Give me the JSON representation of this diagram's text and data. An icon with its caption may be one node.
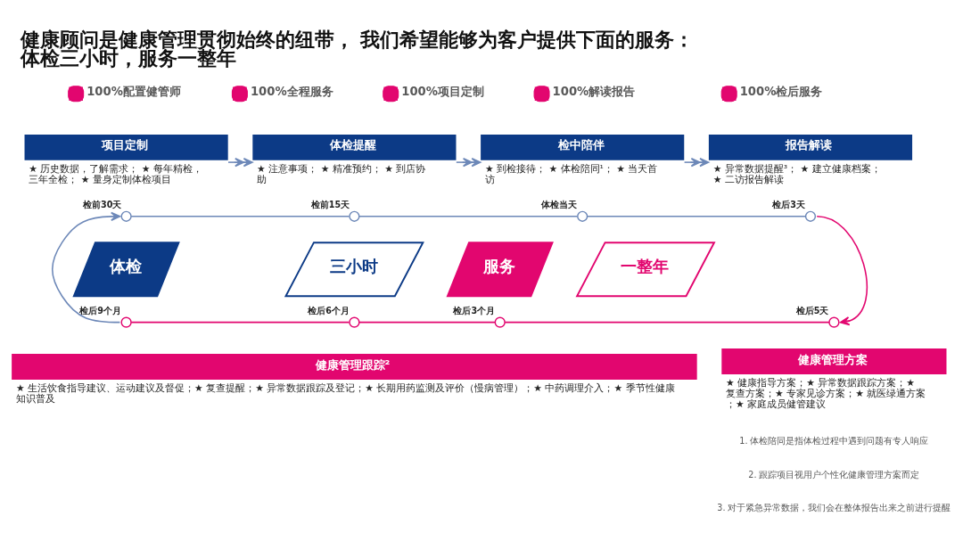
{
  "diagram": {
    "title": "健康顾问是健康管理贯彻始终的纽带， 我们希望能够为客户提供下面的服务：体检三小时，服务一整年",
    "nodes": [
      {
        "text": [
          "项目定制"
        ],
        "beside": [
          "★ 历史数据，了解需求； ★ 每年精检，三年全检； ★ 量身定制体检项目"
        ]
      },
      {
        "text": [
          "体检提醒"
        ],
        "beside": [
          "★ 注意事项； ★ 精准预约； ★ 到店协助"
        ]
      },
      {
        "text": [
          "检中陪伴"
        ],
        "beside": [
          "★ 到检接待； ★ 体检陪同¹； ★ 当天首访"
        ]
      },
      {
        "text": [
          "报告解读"
        ],
        "beside": [
          "★ 异常数据提醒³； ★ 建立健康档案； ★ 二访报告解读"
        ]
      },
      {
        "text": [],
        "shape": "circle",
        "beside": [
          "检前30天"
        ]
      },
      {
        "text": [],
        "shape": "circle",
        "beside": [
          "检前15天"
        ]
      },
      {
        "text": [],
        "shape": "circle",
        "beside": [
          "体检当天"
        ]
      },
      {
        "text": [],
        "shape": "circle",
        "beside": [
          "检后3天"
        ]
      },
      {
        "text": [
          "体检"
        ]
      },
      {
        "text": [
          "三小时"
        ]
      },
      {
        "text": [
          "服务"
        ]
      },
      {
        "text": [
          "一整年"
        ]
      },
      {
        "text": [],
        "shape": "circle",
        "beside": [
          "检后9个月"
        ]
      },
      {
        "text": [],
        "shape": "circle",
        "beside": [
          "检后6个月"
        ]
      },
      {
        "text": [],
        "shape": "circle",
        "beside": [
          "检后3个月"
        ]
      },
      {
        "text": [],
        "shape": "circle",
        "beside": [
          "检后5天"
        ]
      },
      {
        "text": [
          "健康管理跟踪²"
        ],
        "beside": [
          "★ 生活饮食指导建议、运动建议及督促；★ 复查提醒；★ 异常数据跟踪及登记；★ 长期用药监测及评价（慢病管理）；★ 中药调理介入；★ 季节性健康知识普及"
        ]
      },
      {
        "text": [
          "健康管理方案"
        ],
        "beside": [
          "★ 健康指导方案；★ 异常数据跟踪方案；★ 复查方案；★ 专家见诊方案；★ 就医绿通方案；★ 家庭成员健管建议"
        ]
      }
    ],
    "edges": [
      {
        "from": 0,
        "to": 1,
        "arrow": "to"
      },
      {
        "from": 1,
        "to": 2,
        "arrow": "to"
      },
      {
        "from": 2,
        "to": 3,
        "arrow": "to"
      },
      {
        "from": 4,
        "to": 5,
        "arrow": "none"
      },
      {
        "from": 5,
        "to": 6,
        "arrow": "none"
      },
      {
        "from": 6,
        "to": 7,
        "arrow": "none"
      },
      {
        "from": 7,
        "to": 15,
        "arrow": "to",
        "color": "#e2066f"
      },
      {
        "from": 12,
        "to": 13,
        "arrow": "none",
        "color": "#e2066f"
      },
      {
        "from": 13,
        "to": 14,
        "arrow": "none",
        "color": "#e2066f"
      },
      {
        "from": 14,
        "to": 15,
        "arrow": "none",
        "color": "#e2066f"
      },
      {
        "from": 12,
        "to": 4,
        "arrow": "to"
      }
    ],
    "labels": [
      "100%配置健管师",
      "100%全程服务",
      "100%项目定制",
      "100%解读报告",
      "100%检后服务",
      "1. 体检陪同是指体检过程中遇到问题有专人响应",
      "2. 跟踪项目视用户个性化健康管理方案而定",
      "3. 对于紧急异常数据，我们会在整体报告出来之前进行提醒"
    ]
  }
}
